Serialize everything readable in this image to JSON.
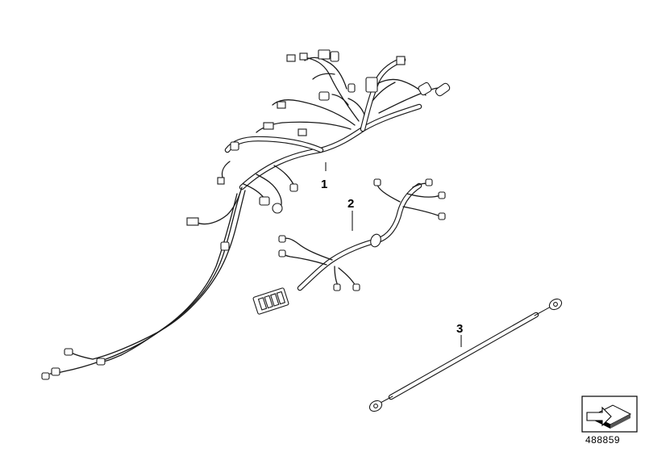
{
  "callouts": [
    {
      "id": "1",
      "label": "1"
    },
    {
      "id": "2",
      "label": "2"
    },
    {
      "id": "3",
      "label": "3"
    }
  ],
  "document_number": "488859",
  "icon": "catalog-navigation-arrow-icon"
}
